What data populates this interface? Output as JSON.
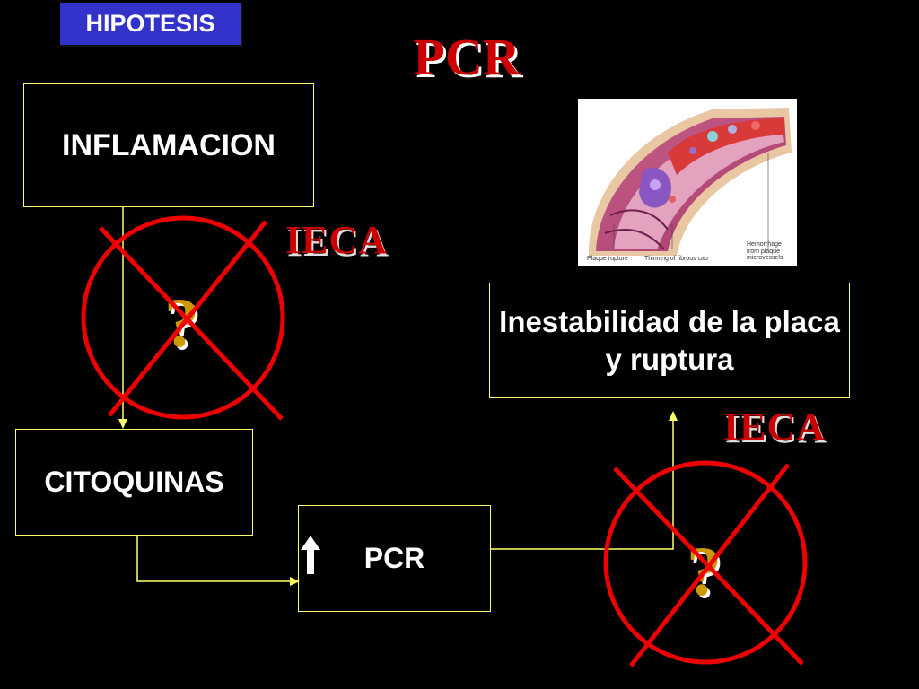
{
  "slide": {
    "tag": "HIPOTESIS",
    "title": "PCR"
  },
  "boxes": {
    "inflamacion": "INFLAMACION",
    "citoquinas": "CITOQUINAS",
    "pcr": "PCR",
    "inestabilidad": "Inestabilidad de la placa y ruptura"
  },
  "blockers": [
    {
      "label": "IECA",
      "question": "?"
    },
    {
      "label": "IECA",
      "question": "?"
    }
  ],
  "illustration": {
    "captions": [
      "Plaque rupture",
      "Thinning of fibrous cap",
      "Hemorrhage from plaque microvessels"
    ]
  },
  "colors": {
    "background": "#000000",
    "tag_bg": "#3333cc",
    "box_border": "#ffff66",
    "connector": "#ffff66",
    "ieca_text": "#cc0000",
    "question": "#cc9900",
    "prohibit": "#ee0000",
    "up_arrow": "#ffffff"
  },
  "icons": [
    "up-arrow-icon",
    "prohibition-icon"
  ]
}
